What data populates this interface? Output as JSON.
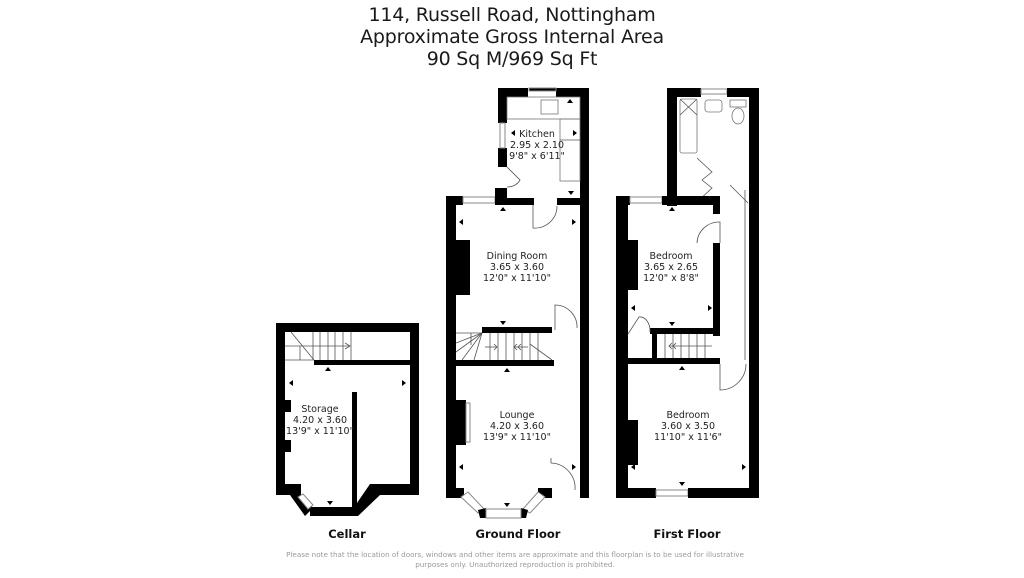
{
  "header": {
    "address": "114, Russell Road, Nottingham",
    "subtitle": "Approximate Gross Internal Area",
    "area": "90 Sq M/969 Sq Ft"
  },
  "floors": [
    {
      "name": "Cellar",
      "rooms": [
        {
          "name": "Storage",
          "metric": "4.20 x 3.60",
          "imperial": "13'9\" x 11'10\""
        }
      ]
    },
    {
      "name": "Ground Floor",
      "rooms": [
        {
          "name": "Kitchen",
          "metric": "2.95 x 2.10",
          "imperial": "9'8\" x 6'11\""
        },
        {
          "name": "Dining Room",
          "metric": "3.65 x 3.60",
          "imperial": "12'0\" x 11'10\""
        },
        {
          "name": "Lounge",
          "metric": "4.20 x 3.60",
          "imperial": "13'9\" x 11'10\""
        }
      ]
    },
    {
      "name": "First Floor",
      "rooms": [
        {
          "name": "Bedroom",
          "metric": "3.65 x 2.65",
          "imperial": "12'0\" x 8'8\""
        },
        {
          "name": "Bedroom",
          "metric": "3.60 x 3.50",
          "imperial": "11'10\" x 11'6\""
        }
      ]
    }
  ],
  "disclaimer": {
    "line1": "Please note that the location of doors, windows and other items are approximate and this floorplan is to be used for illustrative",
    "line2": "purposes only. Unauthorized reproduction is prohibited."
  },
  "colors": {
    "wall": "#000000",
    "background": "#ffffff",
    "disclaimer_text": "#9a9a9a"
  }
}
